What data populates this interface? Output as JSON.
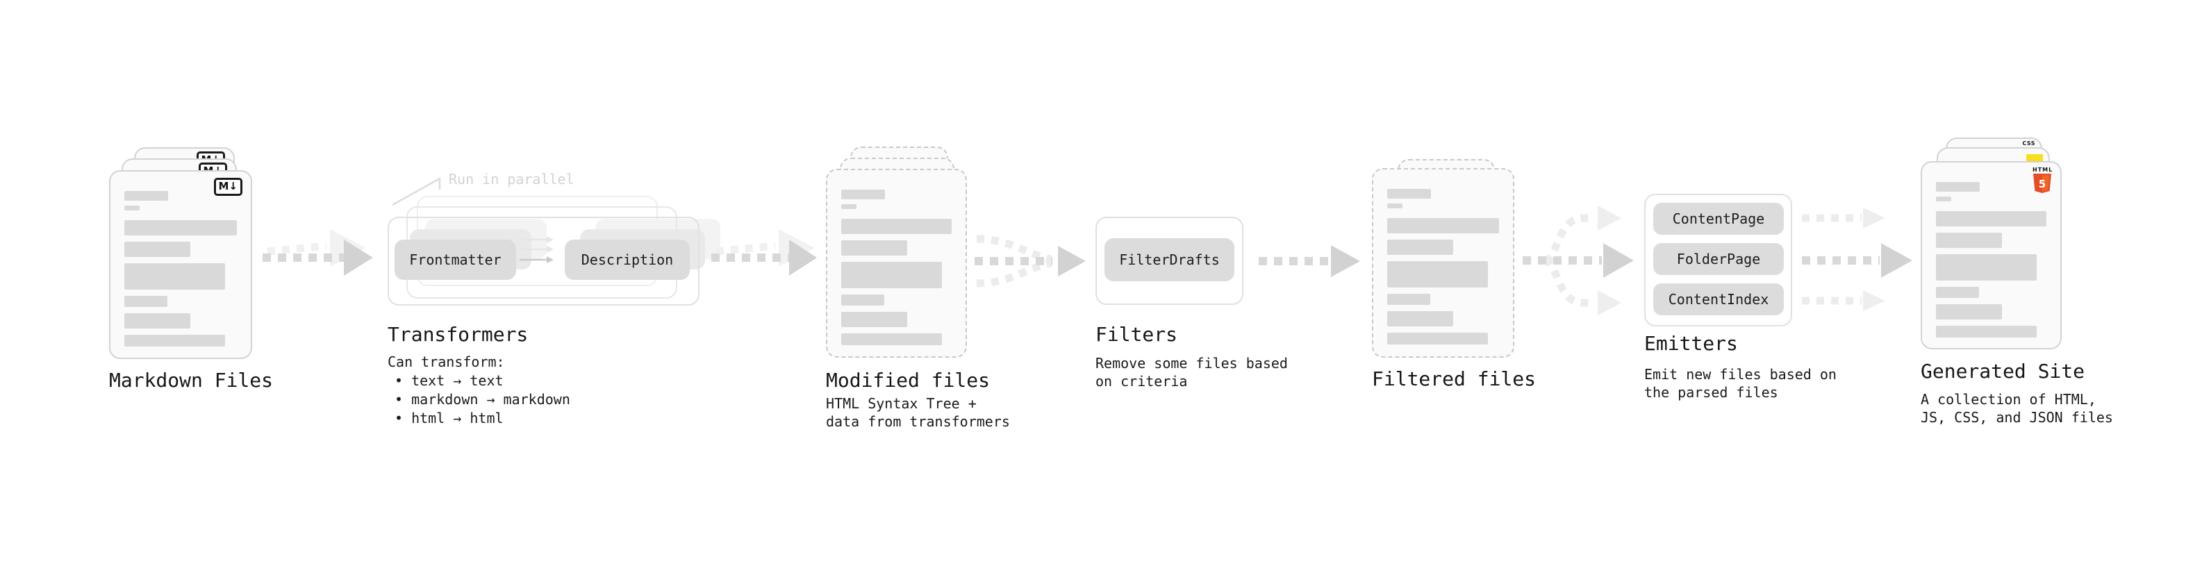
{
  "diagram": {
    "stages": {
      "markdown": {
        "label": "Markdown Files",
        "badge": "M↓"
      },
      "transformers": {
        "label": "Transformers",
        "annotation": "Run in parallel",
        "input_pill": "Frontmatter",
        "output_pill": "Description",
        "sub_intro": "Can transform:",
        "bullets": [
          "• text → text",
          "• markdown → markdown",
          "• html → html"
        ]
      },
      "modified": {
        "label": "Modified files",
        "sub": [
          "HTML Syntax Tree +",
          "data from transformers"
        ]
      },
      "filters": {
        "label": "Filters",
        "pill": "FilterDrafts",
        "sub": [
          "Remove some files based",
          "on criteria"
        ]
      },
      "filtered": {
        "label": "Filtered files"
      },
      "emitters": {
        "label": "Emitters",
        "pills": [
          "ContentPage",
          "FolderPage",
          "ContentIndex"
        ],
        "sub": [
          "Emit new files based on",
          "the parsed files"
        ]
      },
      "generated": {
        "label": "Generated Site",
        "badge_css": "CSS",
        "badge_html_word": "HTML",
        "badge_html_num": "5",
        "sub": [
          "A collection of HTML,",
          "JS, CSS, and JSON files"
        ]
      }
    },
    "colors": {
      "html5_orange": "#e44d26",
      "html5_orange_light": "#f16529",
      "js_yellow": "#f7df1e",
      "css_blue": "#2d53e5"
    }
  }
}
